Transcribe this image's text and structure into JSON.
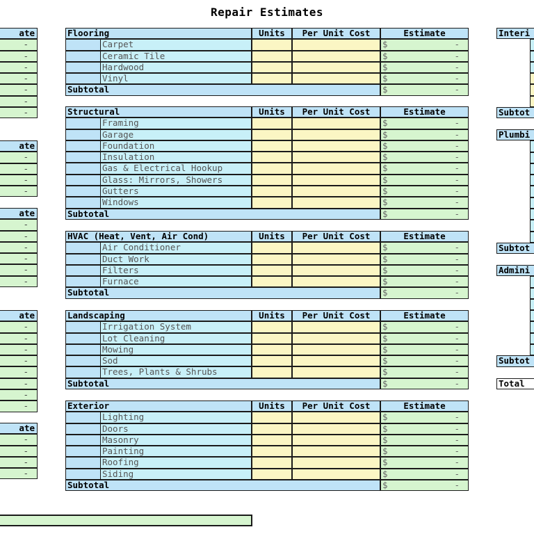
{
  "title": "Repair Estimates",
  "headers": {
    "units": "Units",
    "cost": "Per Unit Cost",
    "estimate": "Estimate"
  },
  "currency": "$",
  "dash": "-",
  "subtotal": "Subtotal",
  "sections": [
    {
      "name": "Flooring",
      "items": [
        "Carpet",
        "Ceramic Tile",
        "Hardwood",
        "Vinyl"
      ]
    },
    {
      "name": "Structural",
      "items": [
        "Framing",
        "Garage",
        "Foundation",
        "Insulation",
        "Gas & Electrical Hookup",
        "Glass: Mirrors, Showers",
        "Gutters",
        "Windows"
      ]
    },
    {
      "name": "HVAC (Heat, Vent, Air Cond)",
      "items": [
        "Air Conditioner",
        "Duct Work",
        "Filters",
        "Furnace"
      ]
    },
    {
      "name": "Landscaping",
      "items": [
        "Irrigation System",
        "Lot Cleaning",
        "Mowing",
        "Sod",
        "Trees, Plants & Shrubs"
      ]
    },
    {
      "name": "Exterior",
      "items": [
        "Lighting",
        "Doors",
        "Masonry",
        "Painting",
        "Roofing",
        "Siding"
      ]
    }
  ],
  "left_headers": [
    "ate",
    "ate",
    "ate",
    "ate",
    "ate"
  ],
  "right": {
    "interior": "Interi",
    "subtotal1": "Subtot",
    "plumbing": "Plumbi",
    "subtotal2": "Subtot",
    "admin": "Admini",
    "subtotal3": "Subtot",
    "total": "Total"
  }
}
